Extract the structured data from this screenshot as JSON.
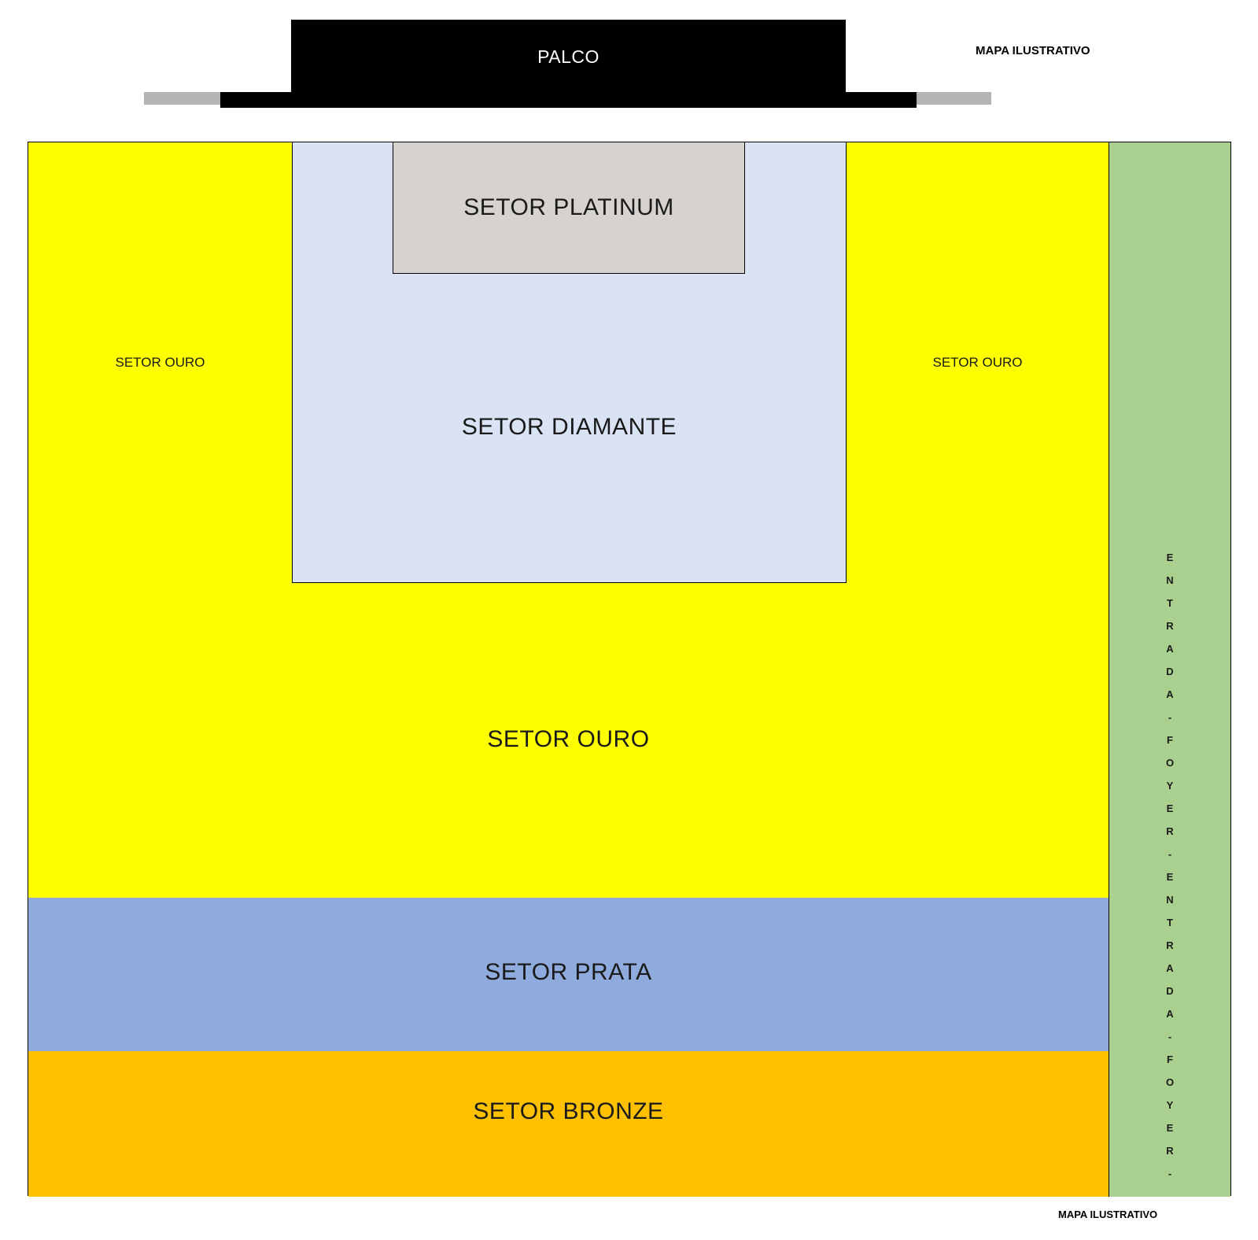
{
  "annotations": {
    "top_note": "MAPA ILUSTRATIVO",
    "bottom_note": "MAPA ILUSTRATIVO"
  },
  "stage": {
    "label": "PALCO",
    "color": "#000000",
    "wing_color": "#b3b3b3"
  },
  "sectors": {
    "platinum": {
      "label": "SETOR PLATINUM",
      "color": "#d6d2ce"
    },
    "diamante": {
      "label": "SETOR DIAMANTE",
      "color": "#dae3f3"
    },
    "ouro": {
      "left_label": "SETOR OURO",
      "right_label": "SETOR OURO",
      "center_label": "SETOR OURO",
      "color": "#ffff00"
    },
    "prata": {
      "label": "SETOR PRATA",
      "color": "#8faadc"
    },
    "bronze": {
      "label": "SETOR BRONZE",
      "color": "#ffc000"
    },
    "entrance": {
      "label": "ENTRADA - FOYER - ENTRADA - FOYER -",
      "vertical_text": "E\nN\nT\nR\nA\nD\nA\n-\nF\nO\nY\nE\nR\n-\nE\nN\nT\nR\nA\nD\nA\n-\nF\nO\nY\nE\nR\n-",
      "color": "#a9d08e"
    }
  }
}
